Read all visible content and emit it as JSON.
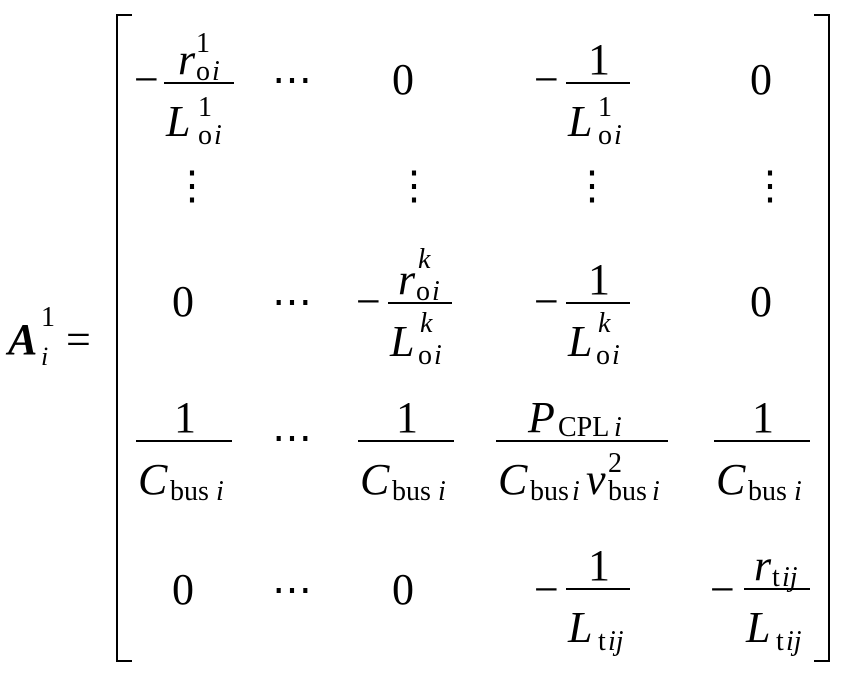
{
  "lhs": {
    "symbol": "A",
    "sub": "i",
    "sup": "1",
    "equals": "="
  },
  "glyph": {
    "minus": "−",
    "hdots": "⋯",
    "vdots": "⋮"
  },
  "t": {
    "zero": "0",
    "one": "1",
    "r": "r",
    "L": "L",
    "C": "C",
    "P": "P",
    "v": "v",
    "oi_o": "o",
    "oi_i": "i",
    "sup1": "1",
    "supk": "k",
    "sup2": "2",
    "bus": "bus",
    "i": "i",
    "cpl": "CPL",
    "t": "t",
    "ij": "ij"
  }
}
